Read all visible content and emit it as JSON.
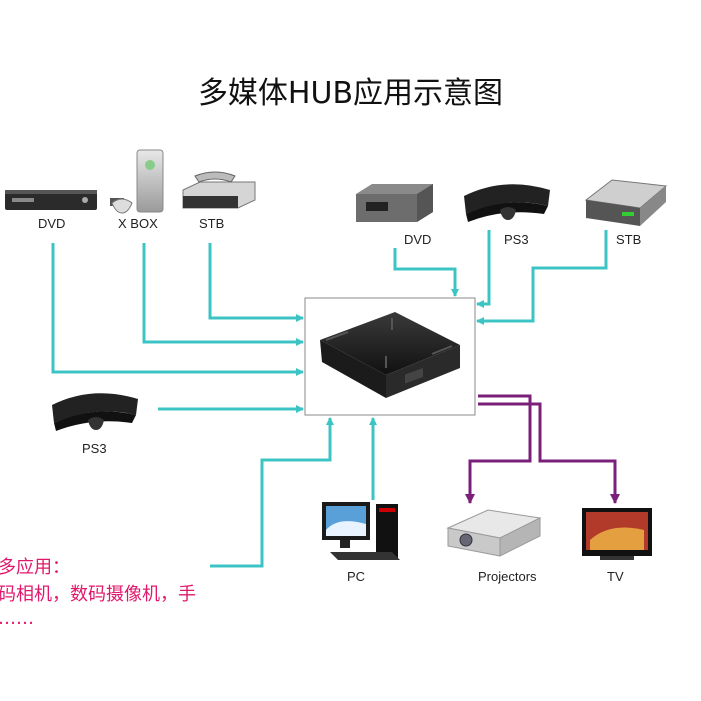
{
  "title": "多媒体HUB应用示意图",
  "devices": {
    "dvd_left": "DVD",
    "xbox": "X BOX",
    "stb_left": "STB",
    "dvd_right": "DVD",
    "ps3_right": "PS3",
    "stb_right": "STB",
    "ps3_left": "PS3",
    "pc": "PC",
    "projectors": "Projectors",
    "tv": "TV"
  },
  "note": {
    "line1": "多应用：",
    "line2": "码相机，数码摄像机，手",
    "line3": "……"
  },
  "colors": {
    "input_line": "#3cc4c4",
    "output_line": "#7a1f7a",
    "note_text": "#e0186c"
  }
}
